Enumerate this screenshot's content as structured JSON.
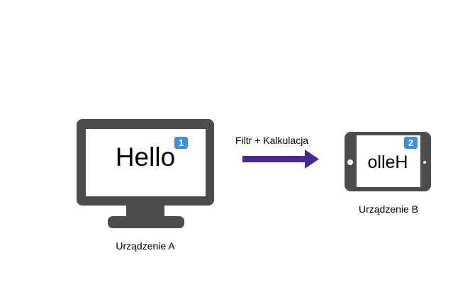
{
  "device_a": {
    "screen_text": "Hello",
    "badge": "1",
    "label": "Urządzenie A"
  },
  "device_b": {
    "screen_text": "olleH",
    "badge": "2",
    "label": "Urządzenie B"
  },
  "arrow": {
    "label": "Filtr + Kalkulacja",
    "color": "#4b2a8c"
  },
  "colors": {
    "device": "#4d4d4d",
    "badge": "#3d8fd6"
  }
}
